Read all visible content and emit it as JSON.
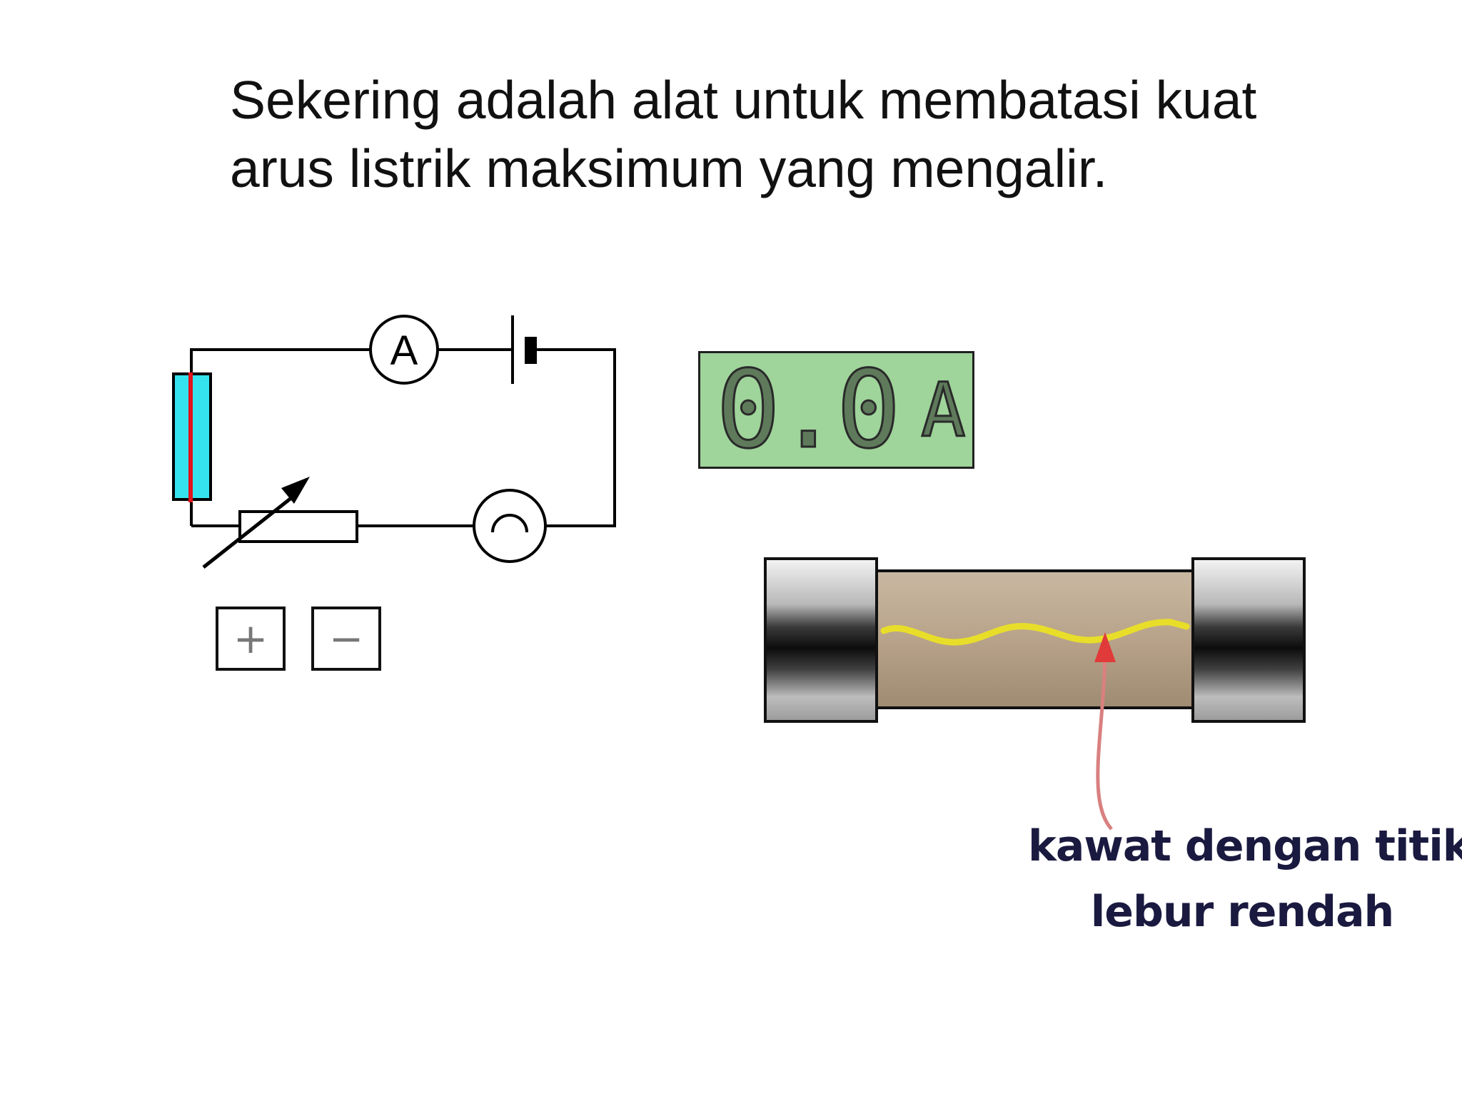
{
  "heading": {
    "line1": "Sekering adalah alat untuk  membatasi kuat",
    "line2": "arus listrik maksimum yang mengalir."
  },
  "circuit": {
    "ammeter_symbol": "A"
  },
  "meter": {
    "value": "0.0",
    "unit": "A"
  },
  "controls": {
    "increase_label": "+",
    "decrease_label": "−"
  },
  "fuse": {
    "label_line1": "kawat dengan titik",
    "label_line2": "lebur rendah"
  }
}
